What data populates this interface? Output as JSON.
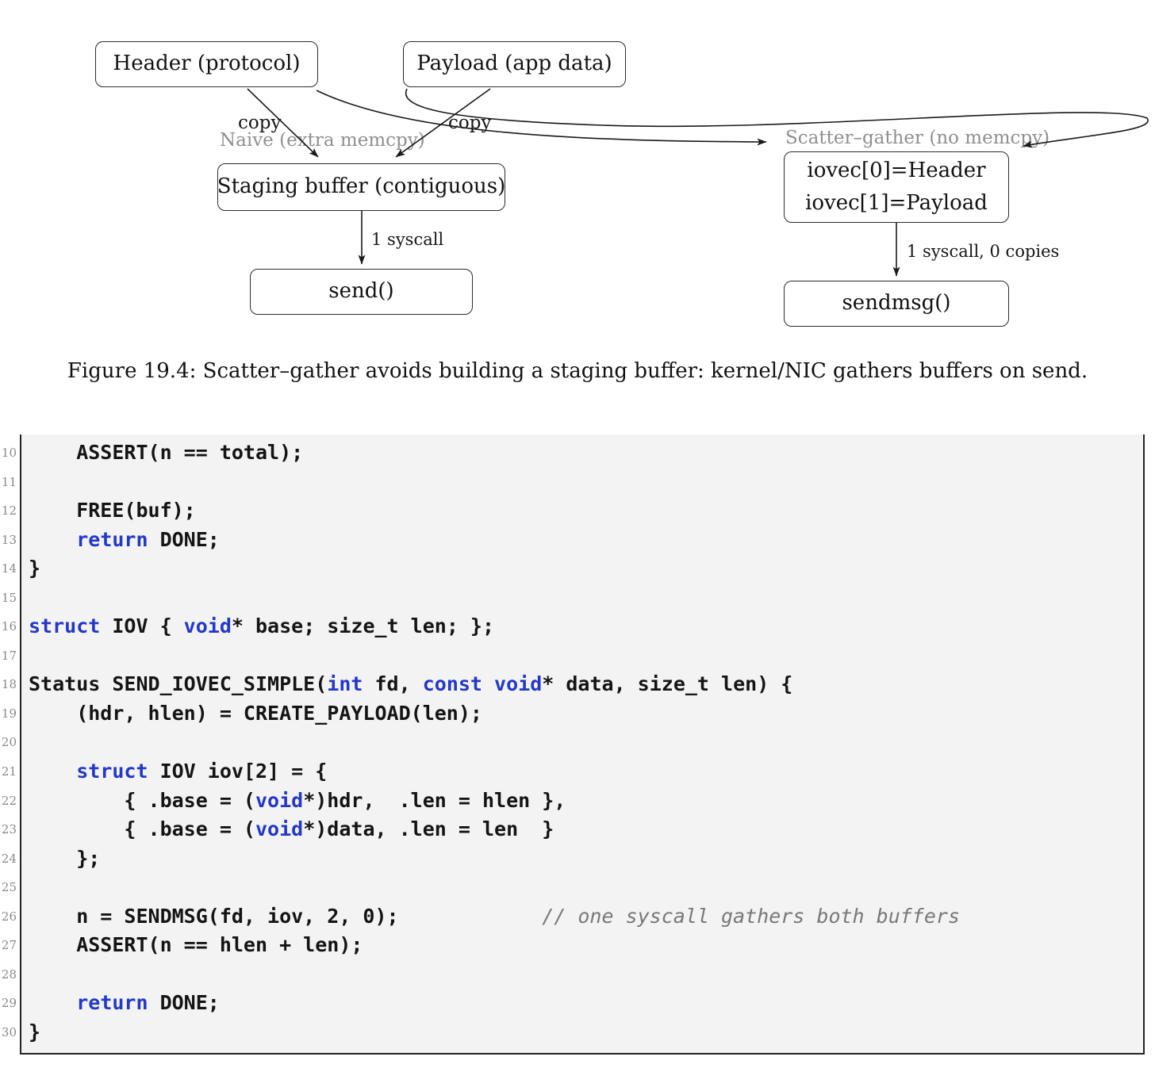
{
  "diagram": {
    "gray_label_color": "#8f8f8f",
    "line_color": "#1a1a1a",
    "boxes": {
      "header": "Header (protocol)",
      "payload": "Payload (app data)",
      "staging": "Staging buffer (contiguous)",
      "send": "send()",
      "iovec_line1": "iovec[0]=Header",
      "iovec_line2": "iovec[1]=Payload",
      "sendmsg": "sendmsg()"
    },
    "labels": {
      "copy_left": "copy",
      "copy_right": "copy",
      "naive": "Naive (extra memcpy)",
      "scatter": "Scatter–gather (no memcpy)",
      "syscall_left": "1 syscall",
      "syscall_right": "1 syscall, 0 copies"
    }
  },
  "caption": "Figure 19.4: Scatter–gather avoids building a staging buffer: kernel/NIC gathers buffers on send.",
  "code": {
    "colors": {
      "keyword": "#2338c8",
      "comment": "#787878",
      "text": "#141414",
      "background": "#f3f3f3",
      "line_number": "#8a8a8a"
    },
    "lines": [
      {
        "n": "10",
        "segs": [
          [
            "p",
            "    ASSERT(n == total);"
          ]
        ]
      },
      {
        "n": "11",
        "segs": []
      },
      {
        "n": "12",
        "segs": [
          [
            "p",
            "    FREE(buf);"
          ]
        ]
      },
      {
        "n": "13",
        "segs": [
          [
            "p",
            "    "
          ],
          [
            "k",
            "return"
          ],
          [
            "p",
            " DONE;"
          ]
        ]
      },
      {
        "n": "14",
        "segs": [
          [
            "p",
            "}"
          ]
        ]
      },
      {
        "n": "15",
        "segs": []
      },
      {
        "n": "16",
        "segs": [
          [
            "k",
            "struct"
          ],
          [
            "p",
            " IOV { "
          ],
          [
            "k",
            "void"
          ],
          [
            "p",
            "* base; size_t len; };"
          ]
        ]
      },
      {
        "n": "17",
        "segs": []
      },
      {
        "n": "18",
        "segs": [
          [
            "p",
            "Status SEND_IOVEC_SIMPLE("
          ],
          [
            "k",
            "int"
          ],
          [
            "p",
            " fd, "
          ],
          [
            "k",
            "const"
          ],
          [
            "p",
            " "
          ],
          [
            "k",
            "void"
          ],
          [
            "p",
            "* data, size_t len) {"
          ]
        ]
      },
      {
        "n": "19",
        "segs": [
          [
            "p",
            "    (hdr, hlen) = CREATE_PAYLOAD(len);"
          ]
        ]
      },
      {
        "n": "20",
        "segs": []
      },
      {
        "n": "21",
        "segs": [
          [
            "p",
            "    "
          ],
          [
            "k",
            "struct"
          ],
          [
            "p",
            " IOV iov[2] = {"
          ]
        ]
      },
      {
        "n": "22",
        "segs": [
          [
            "p",
            "        { .base = ("
          ],
          [
            "k",
            "void"
          ],
          [
            "p",
            "*)hdr,  .len = hlen },"
          ]
        ]
      },
      {
        "n": "23",
        "segs": [
          [
            "p",
            "        { .base = ("
          ],
          [
            "k",
            "void"
          ],
          [
            "p",
            "*)data, .len = len  }"
          ]
        ]
      },
      {
        "n": "24",
        "segs": [
          [
            "p",
            "    };"
          ]
        ]
      },
      {
        "n": "25",
        "segs": []
      },
      {
        "n": "26",
        "segs": [
          [
            "p",
            "    n = SENDMSG(fd, iov, 2, 0);            "
          ],
          [
            "c",
            "// one syscall gathers both buffers"
          ]
        ]
      },
      {
        "n": "27",
        "segs": [
          [
            "p",
            "    ASSERT(n == hlen + len);"
          ]
        ]
      },
      {
        "n": "28",
        "segs": []
      },
      {
        "n": "29",
        "segs": [
          [
            "p",
            "    "
          ],
          [
            "k",
            "return"
          ],
          [
            "p",
            " DONE;"
          ]
        ]
      },
      {
        "n": "30",
        "segs": [
          [
            "p",
            "}"
          ]
        ]
      }
    ]
  }
}
